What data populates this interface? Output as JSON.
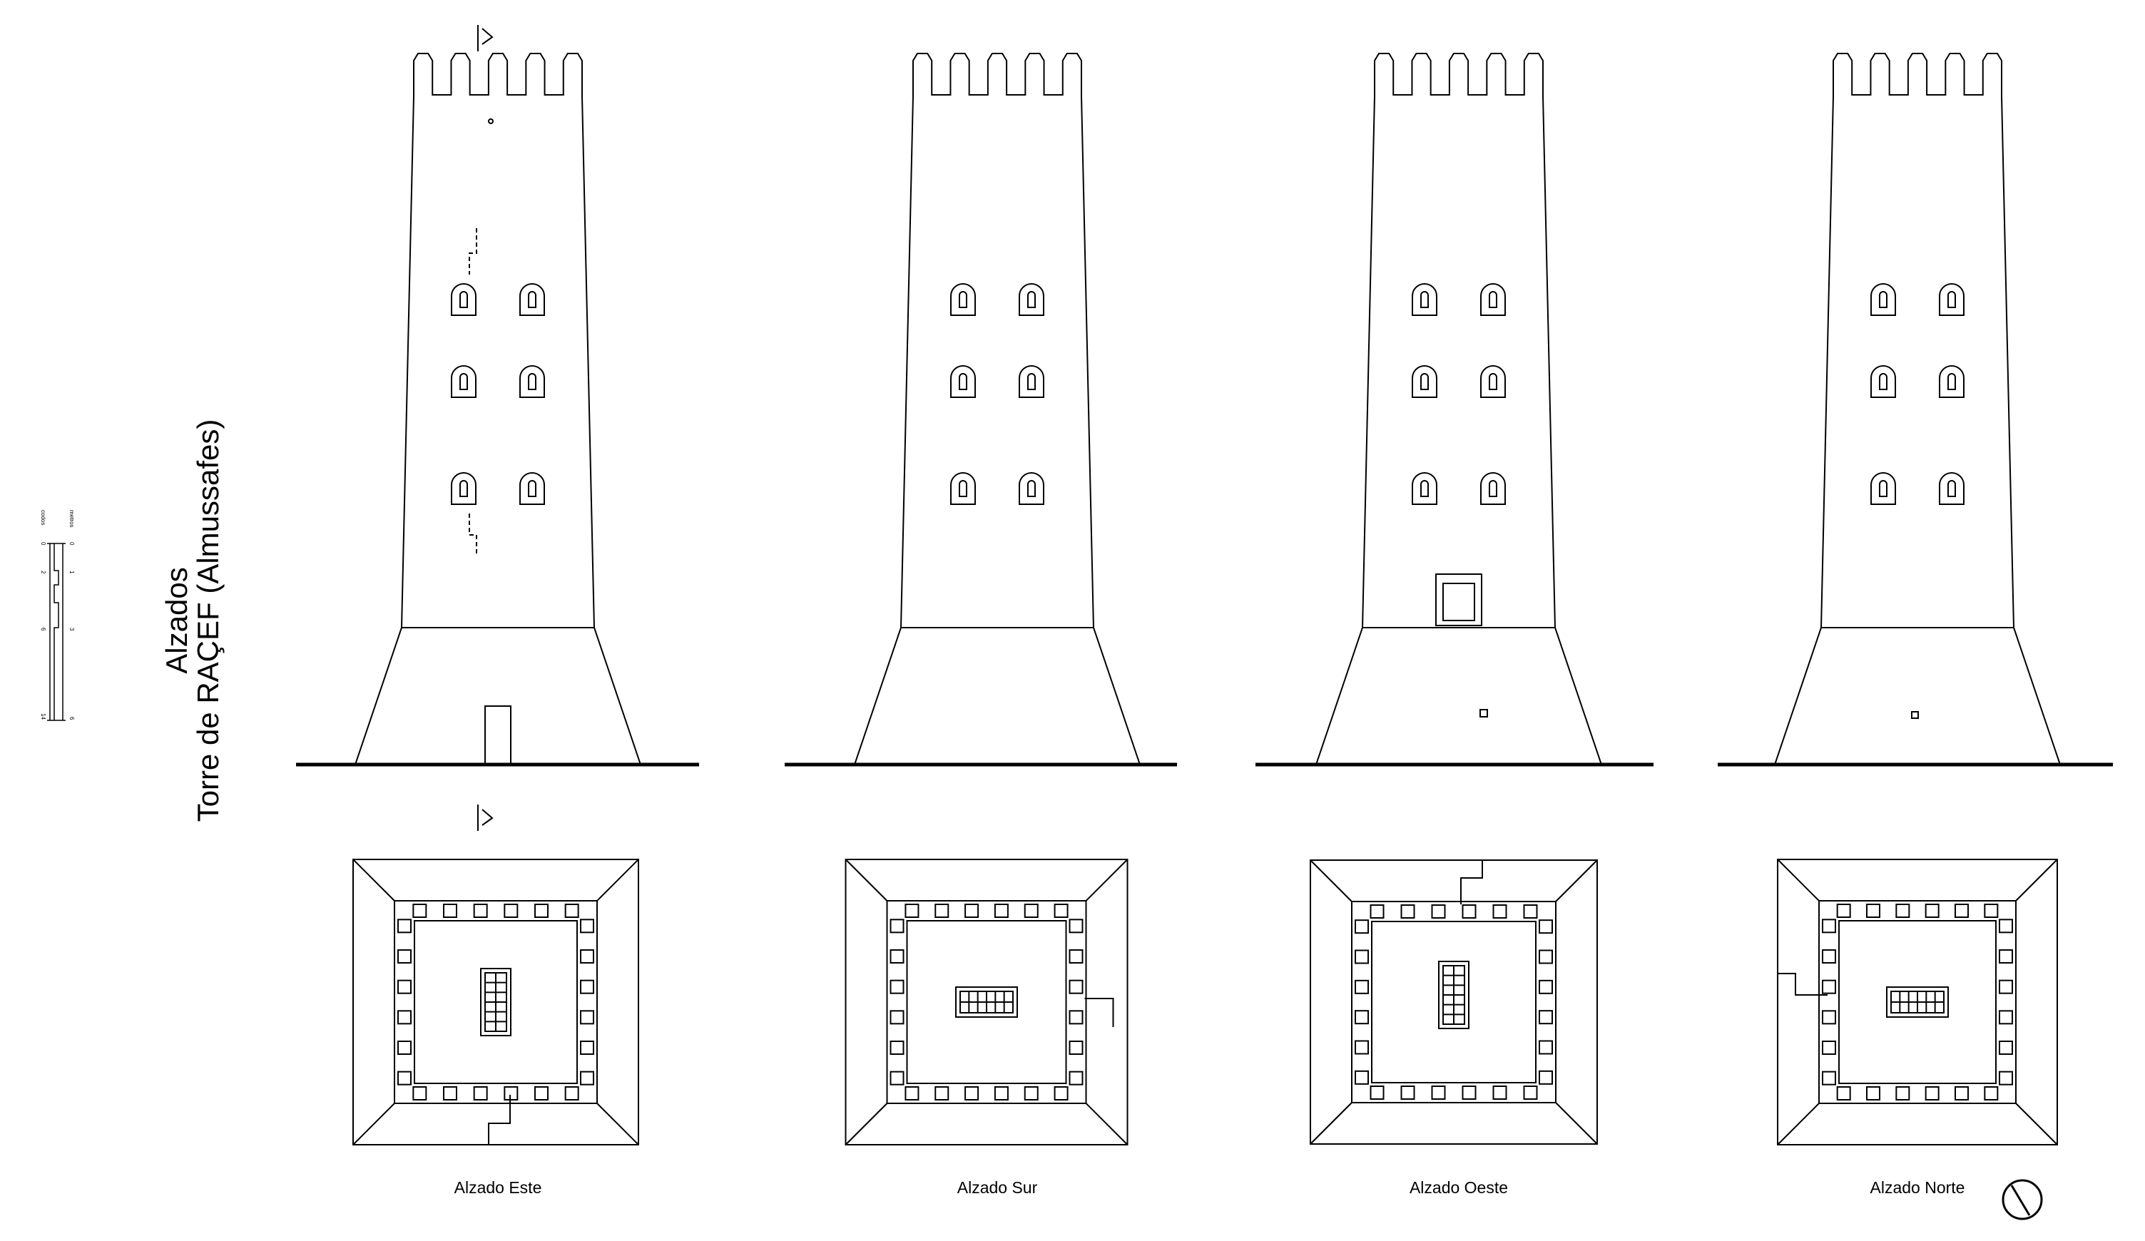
{
  "title": {
    "line1": "Alzados",
    "line2": "Torre de RAÇEF (Almussafes)"
  },
  "scale": {
    "units_top": "metros",
    "units_bottom": "codos",
    "ticks_top": [
      "0",
      "1",
      "3",
      "6"
    ],
    "ticks_bottom": [
      "0",
      "2",
      "6",
      "14"
    ]
  },
  "views": [
    {
      "label": "Alzado Este"
    },
    {
      "label": "Alzado Sur"
    },
    {
      "label": "Alzado Oeste"
    },
    {
      "label": "Alzado Norte"
    }
  ],
  "colors": {
    "line": "#000000",
    "background": "#ffffff"
  },
  "icons": [
    "north-arrow-icon",
    "section-marker-icon"
  ]
}
